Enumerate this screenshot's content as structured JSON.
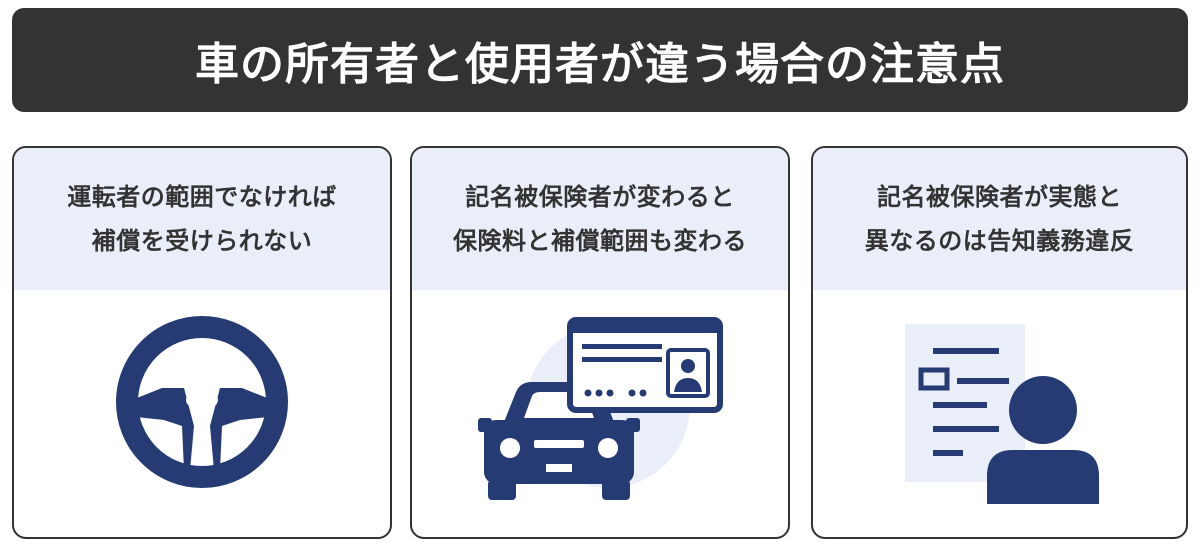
{
  "header": {
    "title": "車の所有者と使用者が違う場合の注意点"
  },
  "colors": {
    "banner": "#333333",
    "accent_navy": "#263a73",
    "panel_tint": "#e9eef8",
    "text": "#333333"
  },
  "cards": [
    {
      "lines": [
        "運転者の範囲でなければ",
        "補償を受けられない"
      ],
      "icon": "steering-wheel-icon"
    },
    {
      "lines": [
        "記名被保険者が変わると",
        "保険料と補償範囲も変わる"
      ],
      "icon": "car-with-license-card-icon"
    },
    {
      "lines": [
        "記名被保険者が実態と",
        "異なるのは告知義務違反"
      ],
      "icon": "document-and-person-icon"
    }
  ]
}
